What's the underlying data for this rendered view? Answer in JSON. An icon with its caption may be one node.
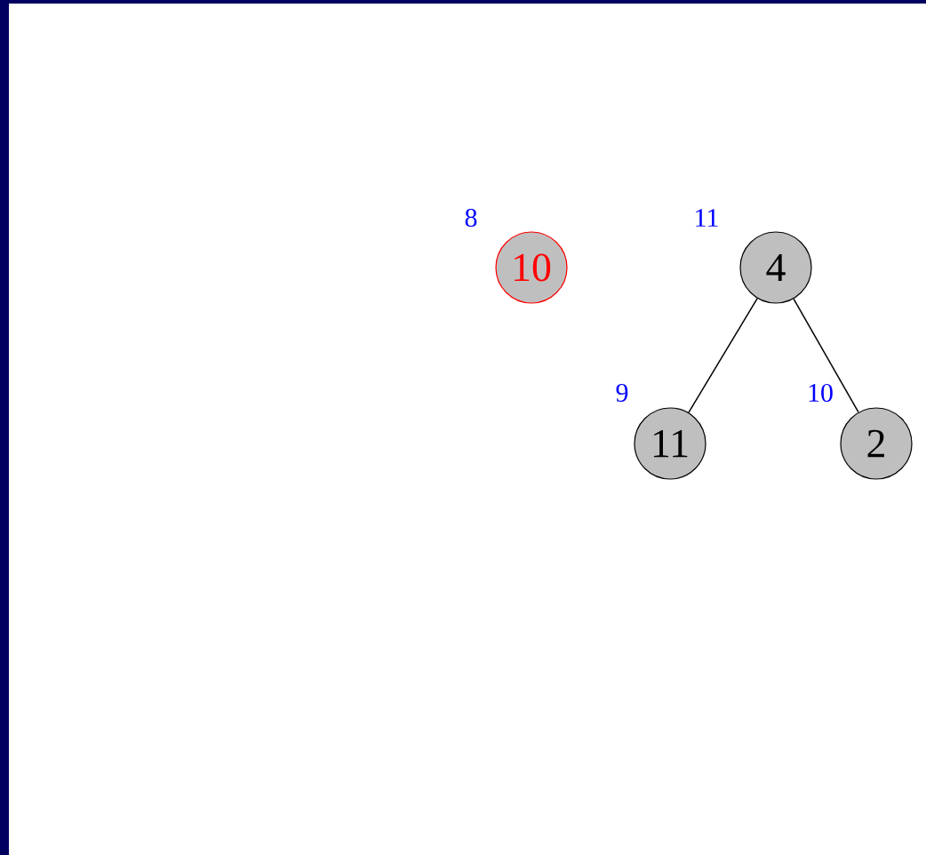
{
  "diagram": {
    "nodes": [
      {
        "text": [
          "10"
        ],
        "beside": [
          "8"
        ]
      },
      {
        "text": [
          "4"
        ],
        "beside": [
          "11"
        ]
      },
      {
        "text": [
          "11"
        ],
        "beside": [
          "9"
        ]
      },
      {
        "text": [
          "2"
        ],
        "beside": [
          "10"
        ]
      }
    ],
    "edges": [
      {
        "from": 1,
        "to": 2,
        "arrow": "none"
      },
      {
        "from": 1,
        "to": 3,
        "arrow": "none"
      }
    ]
  }
}
